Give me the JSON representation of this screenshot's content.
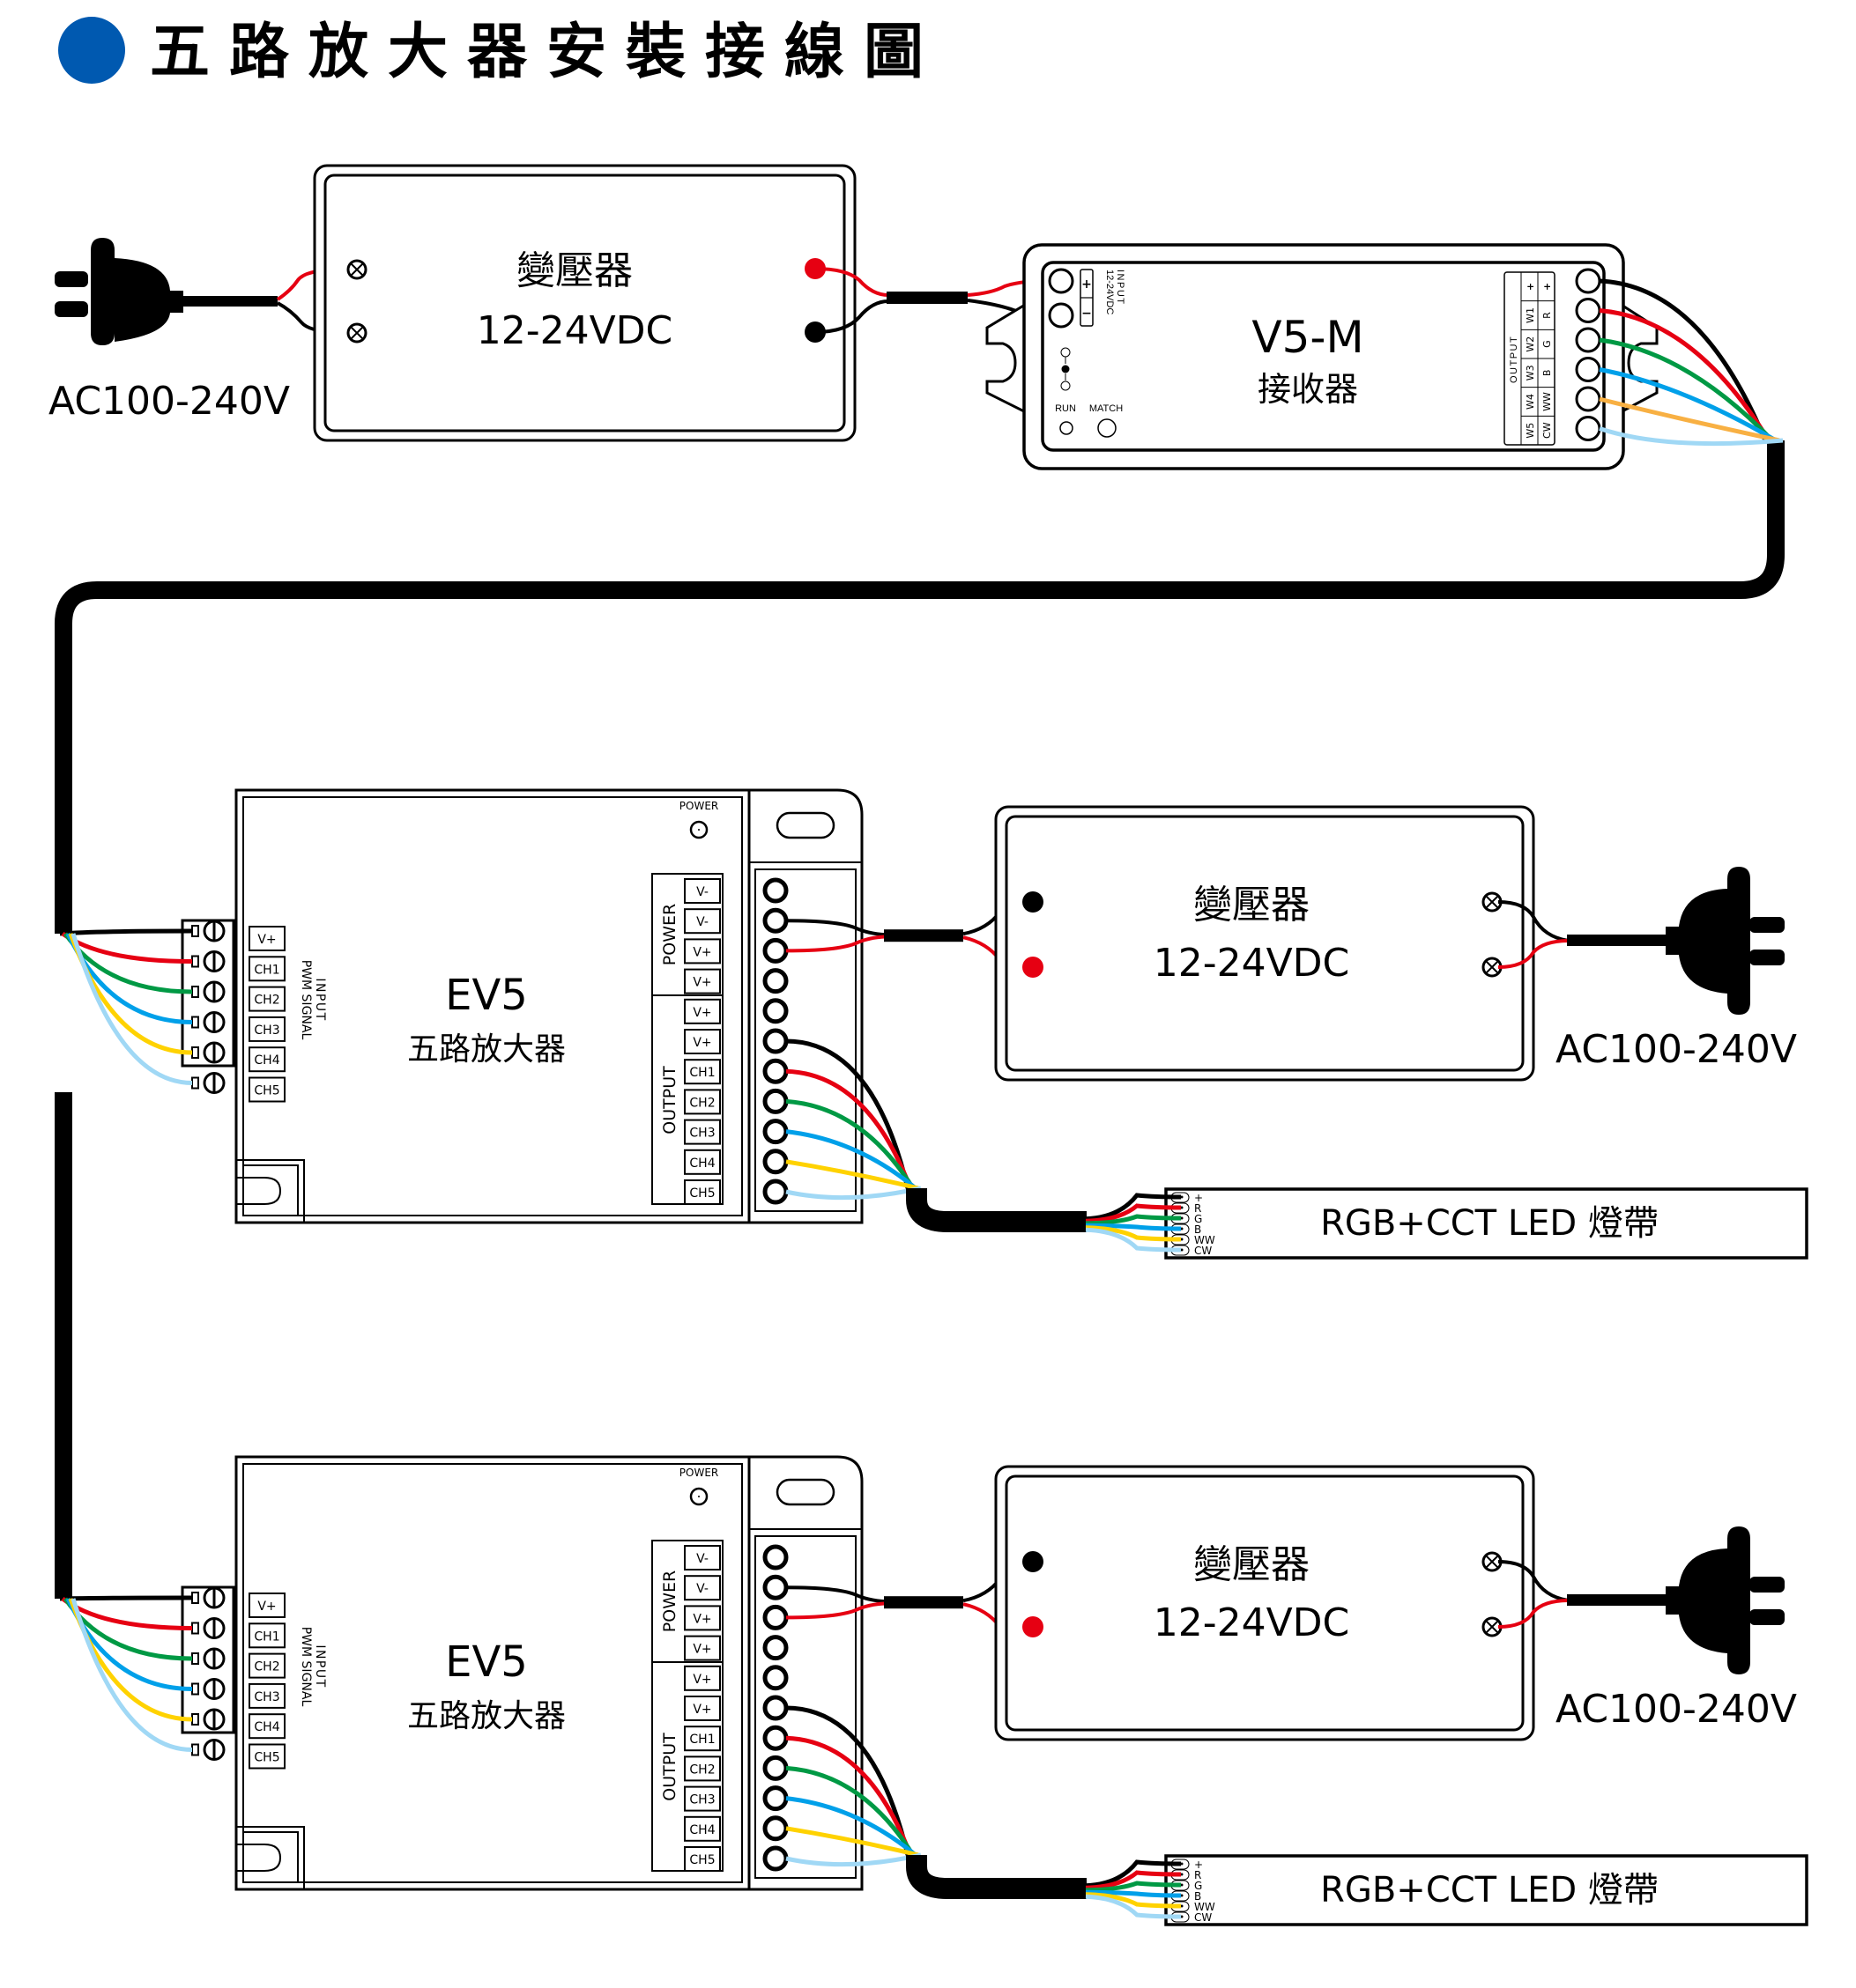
{
  "title": {
    "text": "五路放大器安裝接線圖",
    "bullet_color": "#0059B0"
  },
  "colors": {
    "wire_black": "#000000",
    "wire_red": "#E60012",
    "wire_green": "#009944",
    "wire_blue": "#00A0E9",
    "wire_yellow": "#FFD200",
    "wire_orange": "#F8B043",
    "wire_lightblue": "#A0D8F5"
  },
  "power_supplies": [
    {
      "name": "變壓器",
      "voltage": "12-24VDC",
      "ac_label": "AC100-240V"
    },
    {
      "name": "變壓器",
      "voltage": "12-24VDC",
      "ac_label": "AC100-240V"
    },
    {
      "name": "變壓器",
      "voltage": "12-24VDC",
      "ac_label": "AC100-240V"
    }
  ],
  "receiver": {
    "model": "V5-M",
    "name": "接收器",
    "input_label": "INPUT",
    "input_voltage": "12-24VDC",
    "input_plus": "+",
    "input_minus": "−",
    "run_label": "RUN",
    "match_label": "MATCH",
    "output_label": "OUTPUT",
    "output_terminals": [
      {
        "w": "+",
        "c": "+"
      },
      {
        "w": "W1",
        "c": "R"
      },
      {
        "w": "W2",
        "c": "G"
      },
      {
        "w": "W3",
        "c": "B"
      },
      {
        "w": "W4",
        "c": "WW"
      },
      {
        "w": "W5",
        "c": "CW"
      }
    ]
  },
  "amplifiers": [
    {
      "model": "EV5",
      "name": "五路放大器",
      "power_led_label": "POWER",
      "input_title_1": "INPUT",
      "input_title_2": "PWM SIGNAL",
      "input_terminals": [
        "V+",
        "CH1",
        "CH2",
        "CH3",
        "CH4",
        "CH5"
      ],
      "power_group_label": "POWER",
      "output_group_label": "OUTPUT",
      "power_terminals": [
        "V-",
        "V-",
        "V+",
        "V+"
      ],
      "output_terminals": [
        "V+",
        "V+",
        "CH1",
        "CH2",
        "CH3",
        "CH4",
        "CH5"
      ]
    },
    {
      "model": "EV5",
      "name": "五路放大器",
      "power_led_label": "POWER",
      "input_title_1": "INPUT",
      "input_title_2": "PWM SIGNAL",
      "input_terminals": [
        "V+",
        "CH1",
        "CH2",
        "CH3",
        "CH4",
        "CH5"
      ],
      "power_group_label": "POWER",
      "output_group_label": "OUTPUT",
      "power_terminals": [
        "V-",
        "V-",
        "V+",
        "V+"
      ],
      "output_terminals": [
        "V+",
        "V+",
        "CH1",
        "CH2",
        "CH3",
        "CH4",
        "CH5"
      ]
    }
  ],
  "led_strips": [
    {
      "label": "RGB+CCT LED 燈帶",
      "pins": [
        "+",
        "R",
        "G",
        "B",
        "WW",
        "CW"
      ]
    },
    {
      "label": "RGB+CCT LED 燈帶",
      "pins": [
        "+",
        "R",
        "G",
        "B",
        "WW",
        "CW"
      ]
    }
  ]
}
